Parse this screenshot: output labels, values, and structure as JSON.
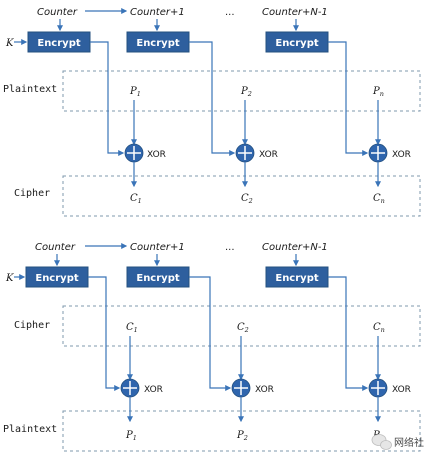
{
  "encryption": {
    "counter_labels": [
      "Counter",
      "Counter+1",
      "...",
      "Counter+N-1"
    ],
    "key_label": "K",
    "encrypt_label": "Encrypt",
    "input_region_label": "Plaintext",
    "output_region_label": "Cipher",
    "inputs": [
      {
        "base": "P",
        "sub": "1"
      },
      {
        "base": "P",
        "sub": "2"
      },
      {
        "base": "P",
        "sub": "n"
      }
    ],
    "outputs": [
      {
        "base": "C",
        "sub": "1"
      },
      {
        "base": "C",
        "sub": "2"
      },
      {
        "base": "C",
        "sub": "n"
      }
    ],
    "xor_label": "XOR"
  },
  "decryption": {
    "counter_labels": [
      "Counter",
      "Counter+1",
      "...",
      "Counter+N-1"
    ],
    "key_label": "K",
    "encrypt_label": "Encrypt",
    "input_region_label": "Cipher",
    "output_region_label": "Plaintext",
    "inputs": [
      {
        "base": "C",
        "sub": "1"
      },
      {
        "base": "C",
        "sub": "2"
      },
      {
        "base": "C",
        "sub": "n"
      }
    ],
    "outputs": [
      {
        "base": "P",
        "sub": "1"
      },
      {
        "base": "P",
        "sub": "2"
      },
      {
        "base": "P",
        "sub": "n"
      }
    ],
    "xor_label": "XOR"
  },
  "watermark": {
    "text": "网络社",
    "icon": "wechat-icon"
  },
  "colors": {
    "box": "#2e5f9e",
    "line": "#3a74b8",
    "xor": "#2f65ad",
    "region_border": "#7f98ad"
  }
}
